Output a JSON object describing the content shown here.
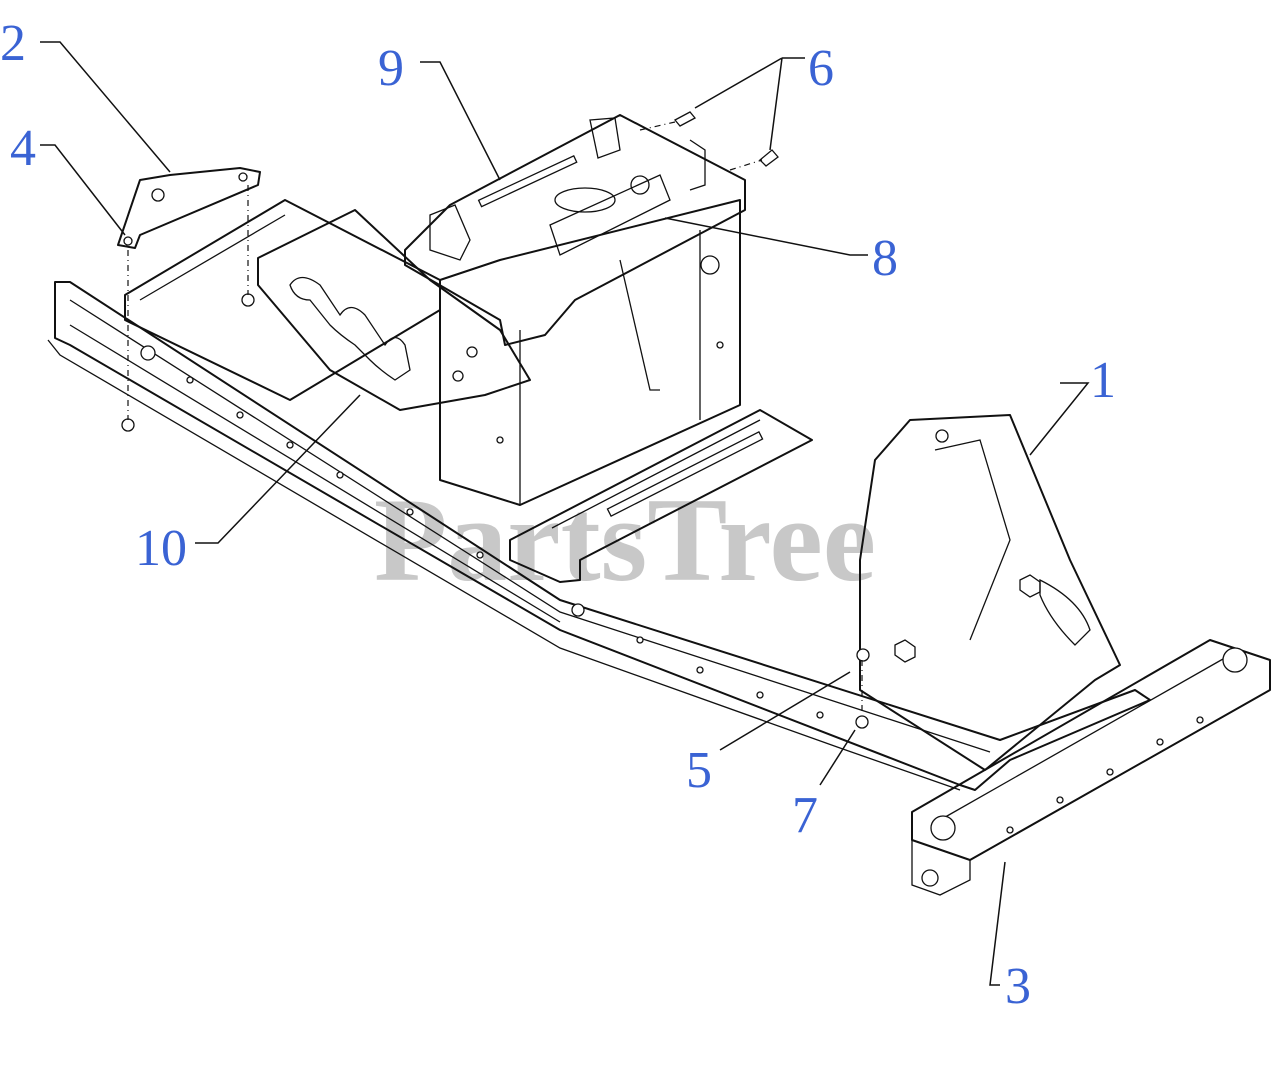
{
  "watermark": {
    "text": "PartsTree",
    "color": "#c8c8c8"
  },
  "colors": {
    "callout": "#3a63d4",
    "line": "#111111"
  },
  "callouts": [
    {
      "id": "1",
      "label": "1"
    },
    {
      "id": "2",
      "label": "2"
    },
    {
      "id": "3",
      "label": "3"
    },
    {
      "id": "4",
      "label": "4"
    },
    {
      "id": "5",
      "label": "5"
    },
    {
      "id": "6",
      "label": "6"
    },
    {
      "id": "7",
      "label": "7"
    },
    {
      "id": "8",
      "label": "8"
    },
    {
      "id": "9",
      "label": "9"
    },
    {
      "id": "10",
      "label": "10"
    }
  ]
}
